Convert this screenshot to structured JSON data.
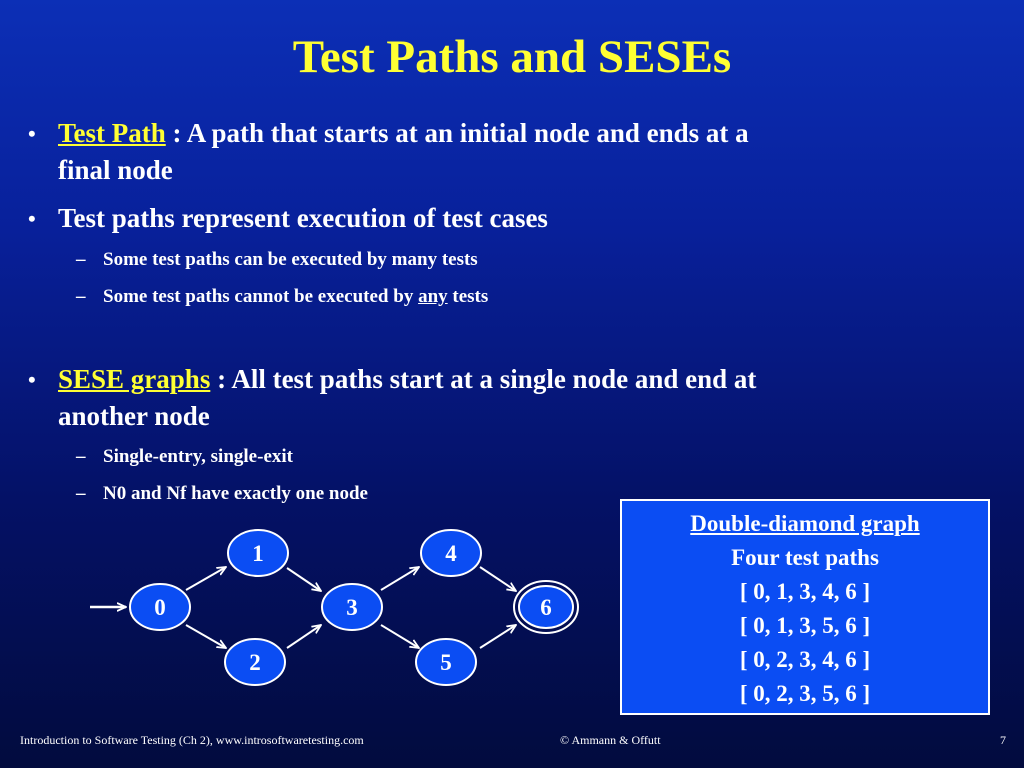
{
  "title": "Test Paths and SESEs",
  "bullets": [
    {
      "marker": "•",
      "term": "Test Path",
      "text": " : A path that starts at an initial node and ends at a",
      "cont": "final node"
    },
    {
      "marker": "•",
      "text": "Test paths represent execution of test cases"
    },
    {
      "marker": "•",
      "term": "SESE graphs",
      "text": " : All  test paths start at a single node and end at",
      "cont": "another node"
    }
  ],
  "subbullets": [
    {
      "marker": "–",
      "text": "Some test paths can be executed by many tests"
    },
    {
      "marker": "–",
      "text_before": "Some test paths cannot be executed by ",
      "emph": "any",
      "text_after": " tests"
    },
    {
      "marker": "–",
      "text": "Single-entry, single-exit"
    },
    {
      "marker": "–",
      "text": "N0 and Nf have exactly one node"
    }
  ],
  "graph": {
    "nodes": [
      "0",
      "1",
      "2",
      "3",
      "4",
      "5",
      "6"
    ],
    "node_fill": "#0b4df3",
    "edge_color": "#ffffff"
  },
  "infobox": {
    "heading": "Double-diamond graph",
    "subheading": "Four test paths",
    "paths": [
      "[ 0, 1, 3, 4, 6 ]",
      "[ 0, 1, 3, 5, 6 ]",
      "[ 0, 2, 3, 4, 6 ]",
      "[ 0, 2, 3, 5, 6 ]"
    ]
  },
  "footer": {
    "left": "Introduction to Software Testing  (Ch 2), www.introsoftwaretesting.com",
    "center": "© Ammann & Offutt",
    "page": "7"
  },
  "colors": {
    "title": "#ffff33",
    "term": "#ffff33",
    "box": "#0b4df3"
  }
}
